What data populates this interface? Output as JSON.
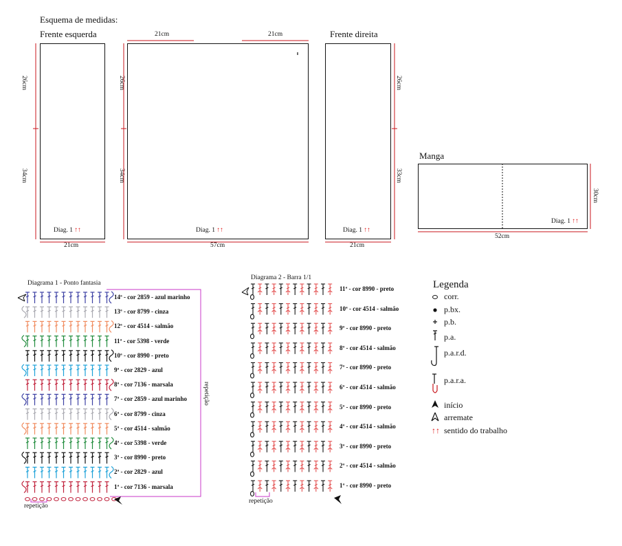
{
  "title": "Esquema de medidas:",
  "panels": {
    "front_left": {
      "label": "Frente esquerda",
      "diag": "Diag. 1",
      "arrows": "↑↑",
      "width": "21cm",
      "upper": "26cm",
      "lower": "34cm"
    },
    "back": {
      "diag": "Diag. 1",
      "arrows": "↑↑",
      "width": "57cm",
      "upper": "26cm",
      "lower": "34cm",
      "top_left": "21cm",
      "top_right": "21cm"
    },
    "front_right": {
      "label": "Frente direita",
      "diag": "Diag. 1",
      "arrows": "↑↑",
      "width": "21cm",
      "upper": "26cm",
      "lower": "33cm"
    },
    "sleeve": {
      "label": "Manga",
      "diag": "Diag. 1",
      "arrows": "↑↑",
      "width": "52cm",
      "height": "30cm"
    }
  },
  "diagram1": {
    "title": "Diagrama 1 - Ponto fantasia",
    "repeat_bottom": "repetição",
    "repeat_side": "repetição",
    "rows": [
      {
        "label": "14ª - cor 2859 - azul marinho",
        "color": "#3b3fa3"
      },
      {
        "label": "13ª - cor 8799 - cinza",
        "color": "#a9a9b0"
      },
      {
        "label": "12ª - cor 4514 - salmão",
        "color": "#f08a5d"
      },
      {
        "label": "11ª - cor 5398 - verde",
        "color": "#1e8a3a"
      },
      {
        "label": "10ª - cor 8990 - preto",
        "color": "#111111"
      },
      {
        "label": "9ª - cor 2829 - azul",
        "color": "#1aa0d8"
      },
      {
        "label": "8ª - cor 7136 - marsala",
        "color": "#c0213b"
      },
      {
        "label": "7ª - cor 2859 - azul marinho",
        "color": "#3b3fa3"
      },
      {
        "label": "6ª - cor 8799 - cinza",
        "color": "#a9a9b0"
      },
      {
        "label": "5ª - cor 4514 - salmão",
        "color": "#f08a5d"
      },
      {
        "label": "4ª - cor 5398 - verde",
        "color": "#1e8a3a"
      },
      {
        "label": "3ª - cor 8990 - preto",
        "color": "#111111"
      },
      {
        "label": "2ª - cor 2829 - azul",
        "color": "#1aa0d8"
      },
      {
        "label": "1ª - cor 7136 - marsala",
        "color": "#c0213b"
      }
    ],
    "repeat_bracket_color": "#c837c8"
  },
  "diagram2": {
    "title": "Diagrama 2 - Barra 1/1",
    "repeat_bottom": "repetição",
    "rows": [
      {
        "label": "11ª - cor 8990 - preto"
      },
      {
        "label": "10ª - cor 4514 - salmão"
      },
      {
        "label": "9ª - cor 8990 - preto"
      },
      {
        "label": "8ª - cor 4514 - salmão"
      },
      {
        "label": "7ª - cor 8990 - preto"
      },
      {
        "label": "6ª - cor 4514 - salmão"
      },
      {
        "label": "5ª - cor 8990 - preto"
      },
      {
        "label": "4ª - cor 4514 - salmão"
      },
      {
        "label": "3ª - cor 8990 - preto"
      },
      {
        "label": "2ª - cor 4514 - salmão"
      },
      {
        "label": "1ª - cor 8990 - preto"
      }
    ],
    "salmon": "#e35050",
    "black": "#111111"
  },
  "legend": {
    "title": "Legenda",
    "items": [
      {
        "icon": "chain-icon",
        "label": "corr."
      },
      {
        "icon": "slip-stitch-icon",
        "label": "p.bx."
      },
      {
        "icon": "single-crochet-icon",
        "label": "p.b."
      },
      {
        "icon": "double-crochet-icon",
        "label": "p.a."
      },
      {
        "icon": "front-post-dc-icon",
        "label": "p.a.r.d."
      },
      {
        "icon": "back-post-dc-icon",
        "label": "p.a.r.a."
      },
      {
        "icon": "start-arrow-icon",
        "label": "início"
      },
      {
        "icon": "finish-arrow-icon",
        "label": "arremate"
      },
      {
        "icon": "work-direction-icon",
        "label": "sentido do trabalho"
      }
    ]
  }
}
